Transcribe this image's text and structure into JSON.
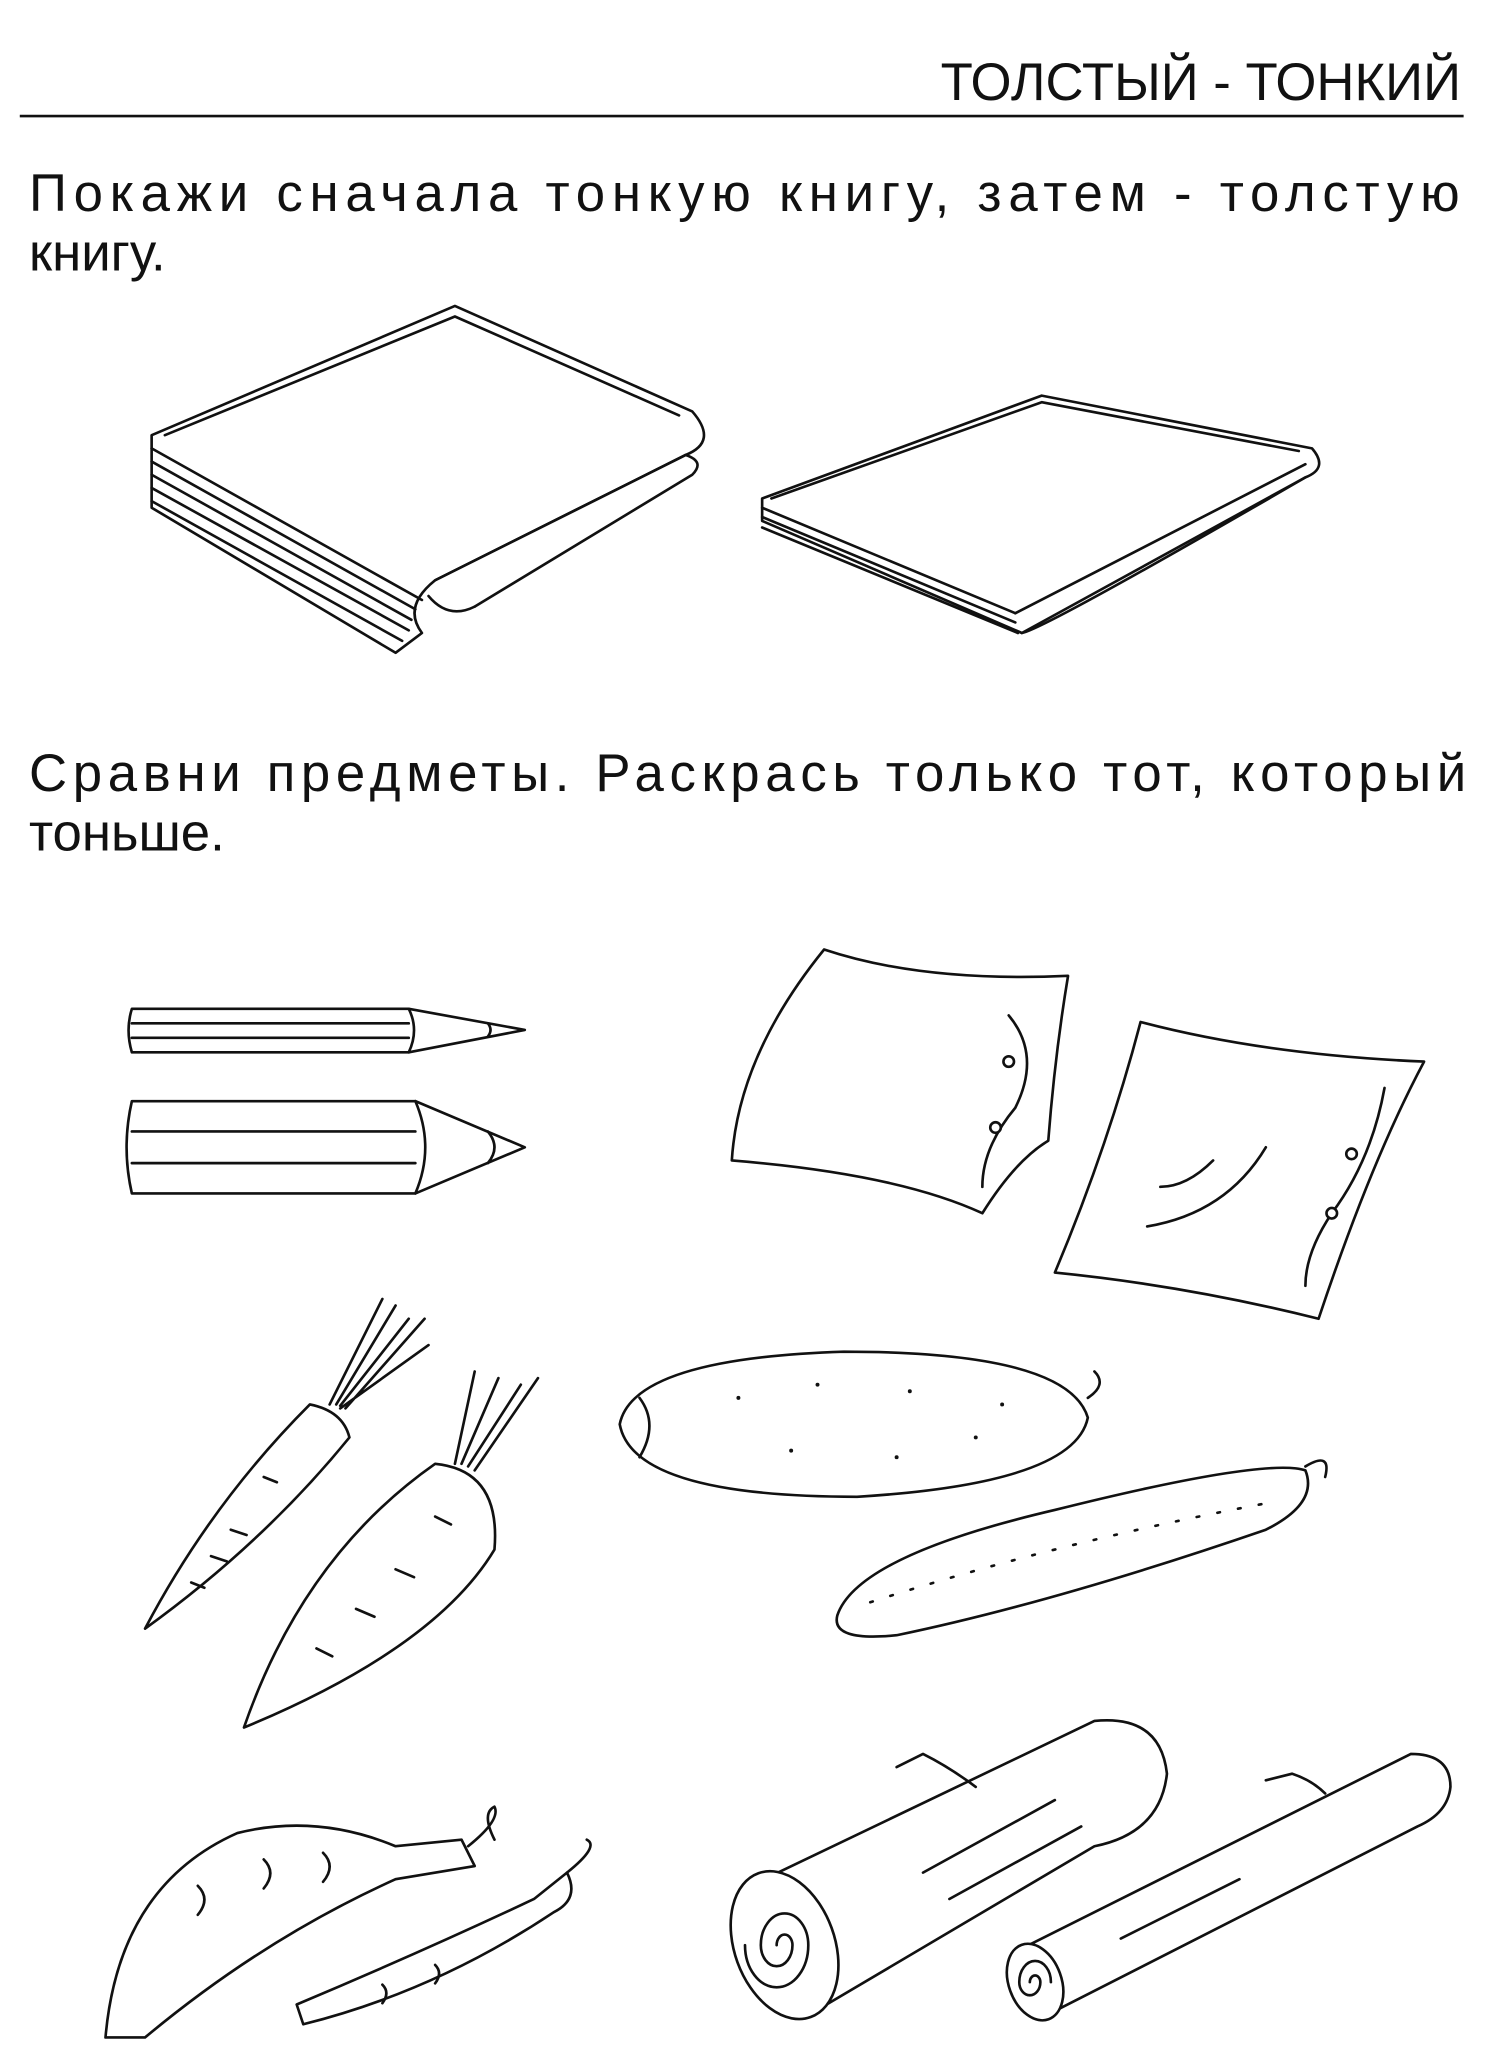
{
  "header": {
    "title": "ТОЛСТЫЙ - ТОНКИЙ"
  },
  "task1": {
    "line1": "Покажи  сначала  тонкую  книгу,  затем  -  толстую",
    "line2": "книгу."
  },
  "task2": {
    "line1": "Сравни  предметы.  Раскрась  только  тот,  который",
    "line2": "тоньше."
  },
  "colors": {
    "ink": "#111111",
    "paper": "#ffffff"
  }
}
